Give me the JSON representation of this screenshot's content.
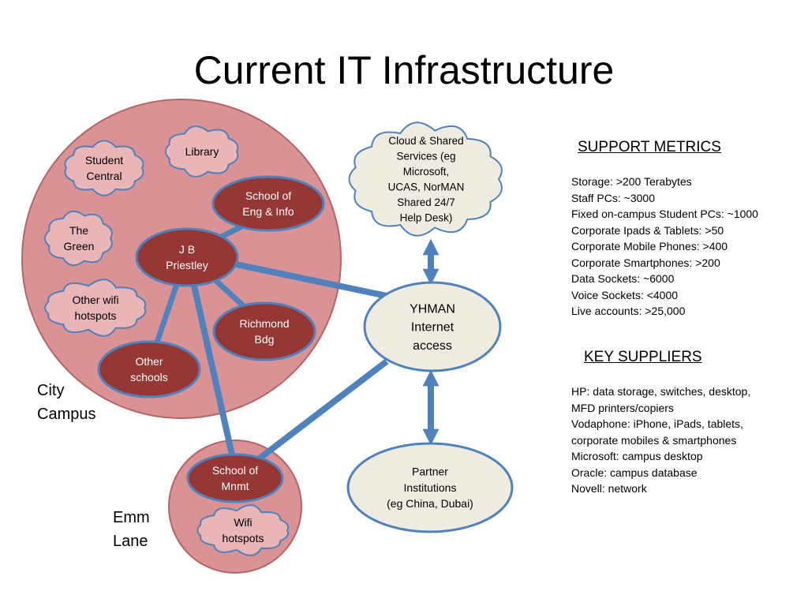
{
  "title": "Current IT Infrastructure",
  "colors": {
    "campus_fill": "#d99394",
    "campus_stroke": "#b56566",
    "cloud_fill_pink": "#e9b5b7",
    "cloud_fill_cream": "#eeece1",
    "dark_node_fill": "#953735",
    "dark_node_stroke": "#4f81bd",
    "link": "#4f81bd",
    "cream_node_fill": "#eeece1"
  },
  "campuses": {
    "city": [
      "City",
      "Campus"
    ],
    "emm": [
      "Emm",
      "Lane"
    ]
  },
  "nodes": {
    "library": [
      "Library"
    ],
    "student_central": [
      "Student",
      "Central"
    ],
    "the_green": [
      "The",
      "Green"
    ],
    "other_wifi": [
      "Other wifi",
      "hotspots"
    ],
    "school_eng": [
      "School of",
      "Eng & Info"
    ],
    "jb_priestley": [
      "J B",
      "Priestley"
    ],
    "richmond": [
      "Richmond",
      "Bdg"
    ],
    "other_schools": [
      "Other",
      "schools"
    ],
    "school_mnmt": [
      "School of",
      "Mnmt"
    ],
    "wifi_hotspots": [
      "Wifi",
      "hotspots"
    ],
    "cloud_services": [
      "Cloud & Shared",
      "Services (eg",
      "Microsoft,",
      "UCAS, NorMAN",
      "Shared 24/7",
      "Help Desk)"
    ],
    "yhman": [
      "YHMAN",
      "Internet",
      "access"
    ],
    "partner": [
      "Partner",
      "Institutions",
      "(eg China, Dubai)"
    ]
  },
  "support_metrics": {
    "heading": "SUPPORT METRICS",
    "items": [
      "Storage: >200  Terabytes",
      "Staff PCs: ~3000",
      "Fixed on-campus Student PCs: ~1000",
      "Corporate Ipads & Tablets: >50",
      "Corporate Mobile Phones: >400",
      "Corporate Smartphones: >200",
      "Data Sockets: ~6000",
      "Voice Sockets: <4000",
      "Live accounts: >25,000"
    ]
  },
  "key_suppliers": {
    "heading": "KEY SUPPLIERS",
    "items": [
      "HP: data storage, switches, desktop,",
      "MFD printers/copiers",
      "Vodaphone: iPhone, iPads, tablets,",
      "corporate mobiles & smartphones",
      "Microsoft: campus desktop",
      "Oracle: campus database",
      "Novell: network"
    ]
  }
}
